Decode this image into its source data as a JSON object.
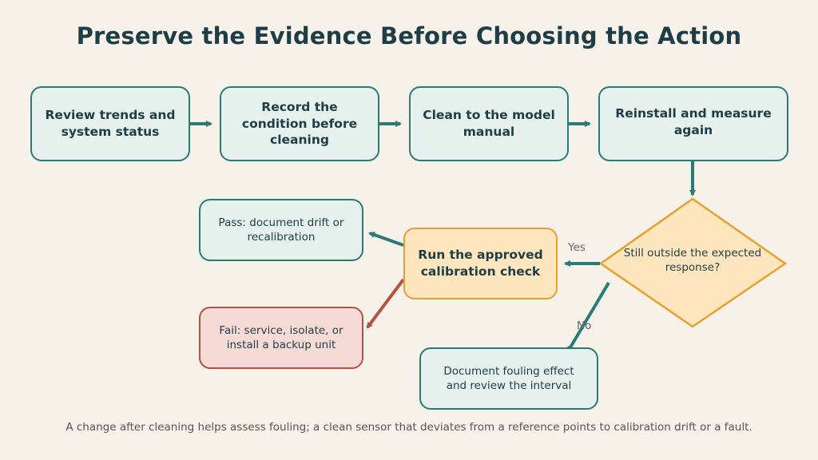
{
  "title": "Preserve the Evidence Before Choosing the Action",
  "steps": [
    "Review trends and system status",
    "Record the condition before cleaning",
    "Clean to the model manual",
    "Reinstall and measure again"
  ],
  "decision": "Still outside the expected response?",
  "edges": {
    "yes": "Yes",
    "no": "No"
  },
  "calibration_check": "Run the approved calibration check",
  "outcomes": {
    "pass": "Pass: document drift or recalibration",
    "fail": "Fail: service, isolate, or install a backup unit",
    "no": "Document fouling effect and review the interval"
  },
  "footer": "A change after cleaning helps assess fouling; a clean sensor that deviates from a reference points to calibration drift or a fault.",
  "colors": {
    "teal": "#2a7a76",
    "orange": "#e6a02e",
    "red": "#b55244",
    "background": "#f6f2ea"
  }
}
